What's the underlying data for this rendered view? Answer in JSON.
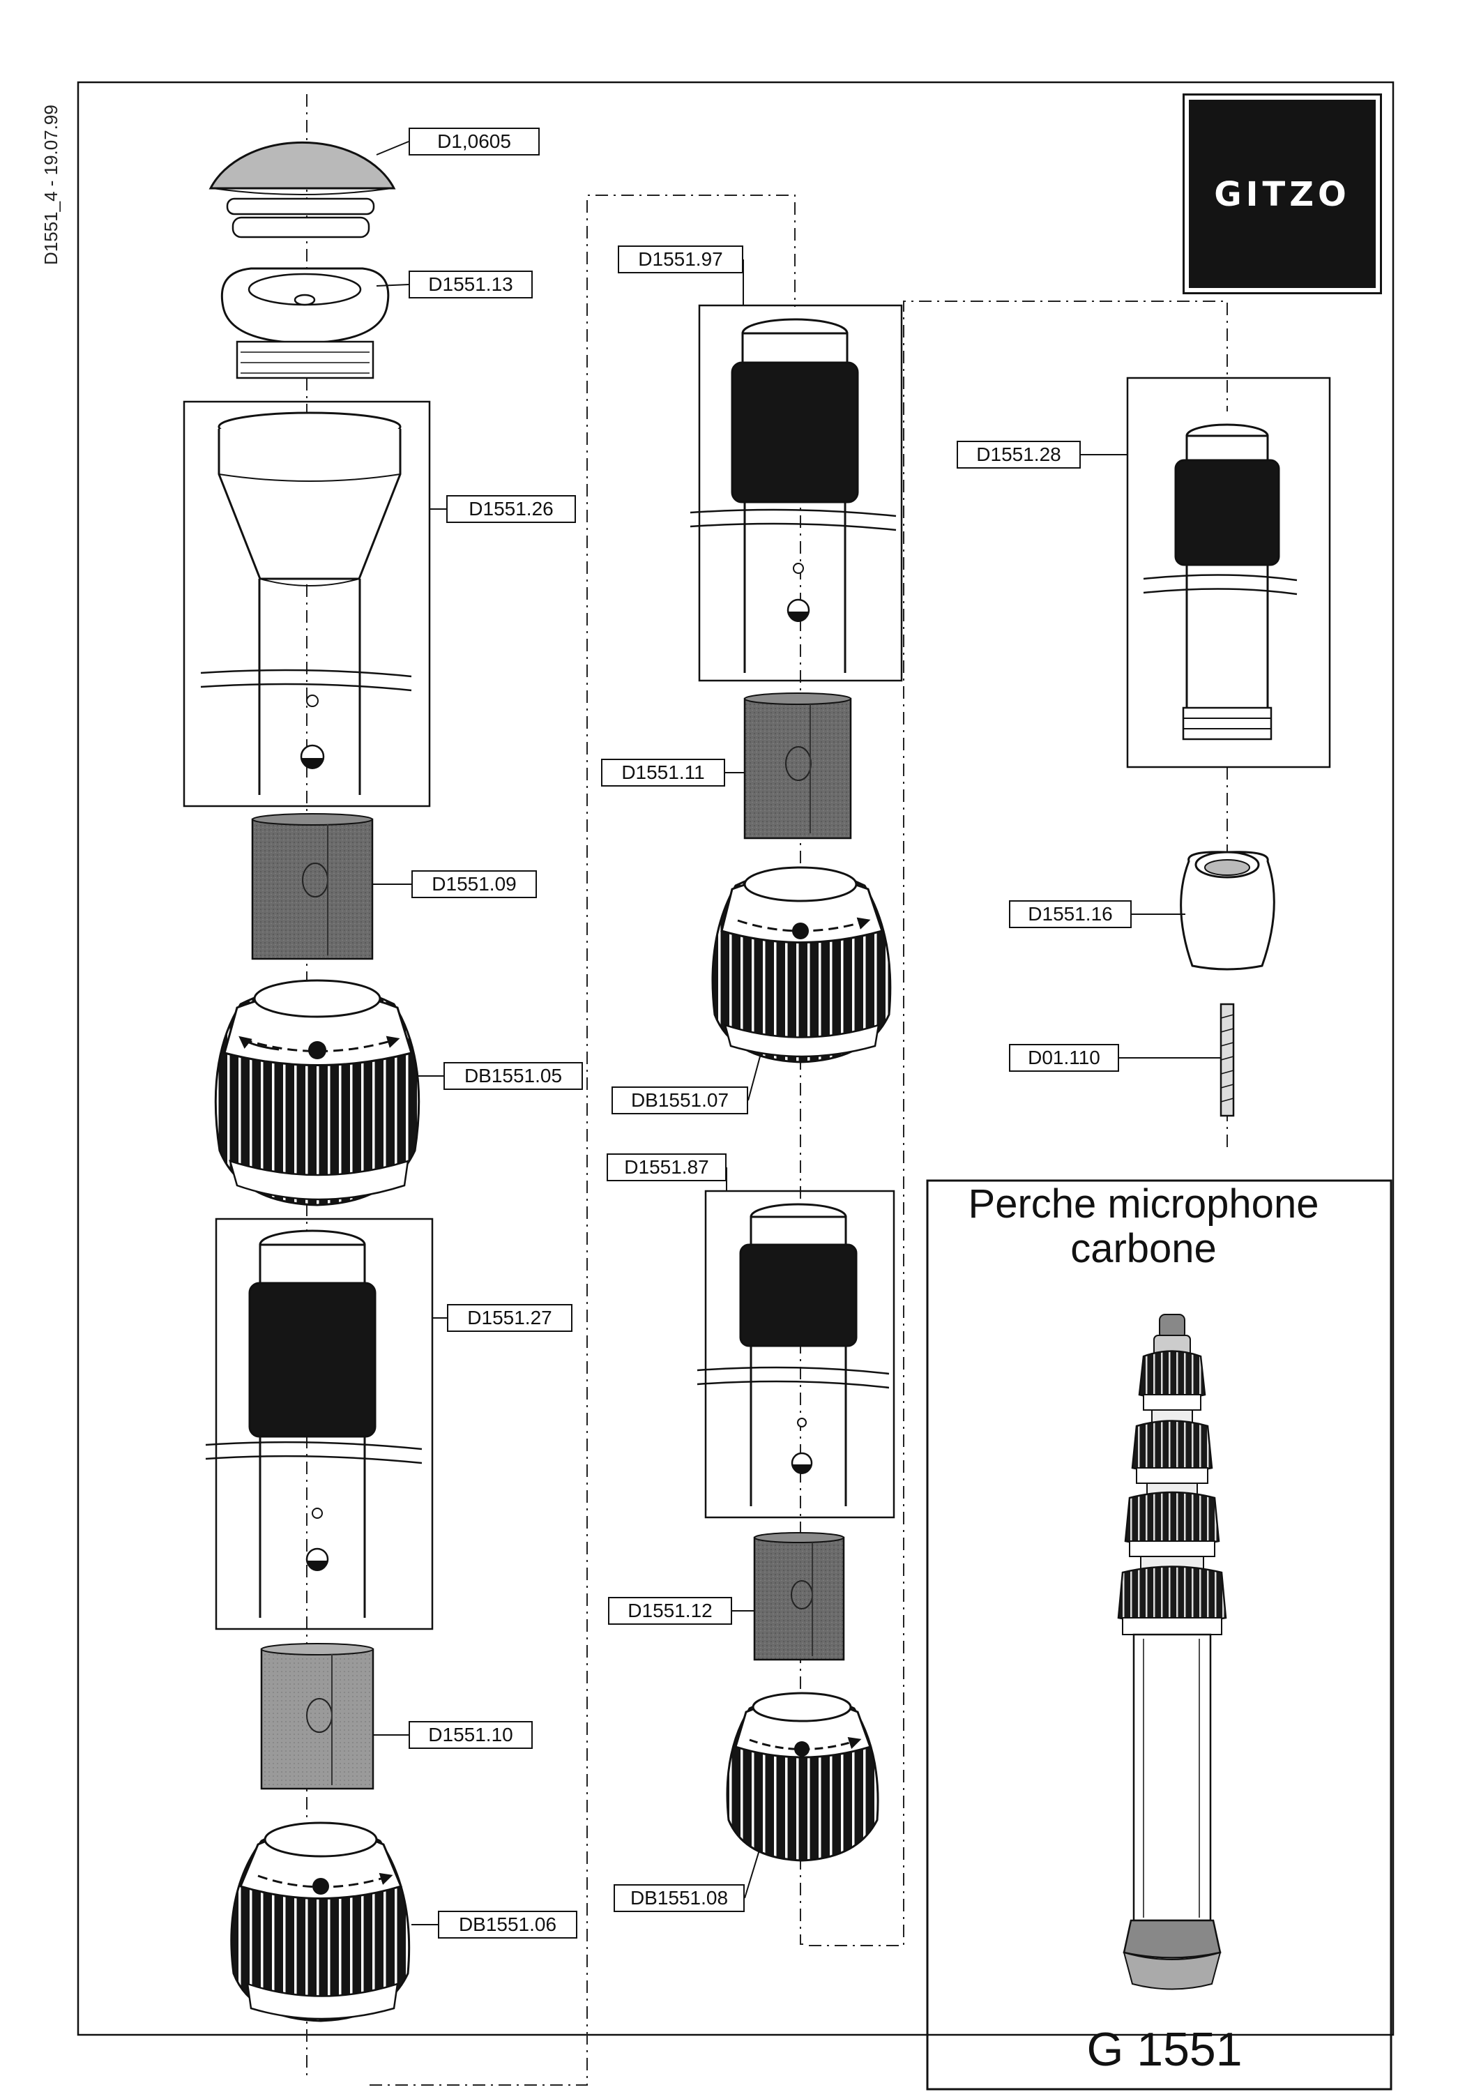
{
  "document": {
    "ref": "D1551_4 - 19.07.99",
    "brand": "GITZO",
    "product_title": "Perche microphone carbone",
    "model": "G 1551"
  },
  "parts": [
    "D1,0605",
    "D1551.13",
    "D1551.26",
    "D1551.09",
    "DB1551.05",
    "D1551.27",
    "D1551.10",
    "DB1551.06",
    "D1551.97",
    "D1551.11",
    "DB1551.07",
    "D1551.87",
    "D1551.12",
    "DB1551.08",
    "D1551.28",
    "D1551.16",
    "D01.110"
  ],
  "colors": {
    "ink": "#111111",
    "grip": "#1a1a1a",
    "sleeve": "#6e6e6e",
    "cap": "#b9b9b9",
    "paper": "#ffffff"
  },
  "icons": [
    "gitzo-logo",
    "parts-exploded-drawing",
    "microphone-boom-illustration"
  ]
}
